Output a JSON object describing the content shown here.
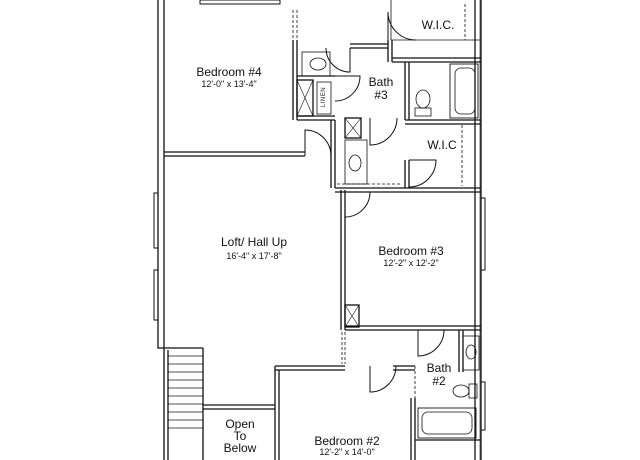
{
  "rooms": {
    "bedroom4": {
      "name": "Bedroom #4",
      "dim": "12'-0\" x 13'-4\""
    },
    "wic_top": {
      "name": "W.I.C."
    },
    "bath3": {
      "line1": "Bath",
      "line2": "#3"
    },
    "linen": {
      "name": "LINEN"
    },
    "wic_mid": {
      "name": "W.I.C"
    },
    "loft": {
      "name": "Loft/ Hall Up",
      "dim": "16'-4\" x 17'-8\""
    },
    "bedroom3": {
      "name": "Bedroom #3",
      "dim": "12'-2\" x 12'-2\""
    },
    "bath2": {
      "line1": "Bath",
      "line2": "#2"
    },
    "open_below": {
      "line1": "Open",
      "line2": "To",
      "line3": "Below"
    },
    "bedroom2": {
      "name": "Bedroom #2",
      "dim": "12'-2\" x 14'-0\""
    }
  }
}
